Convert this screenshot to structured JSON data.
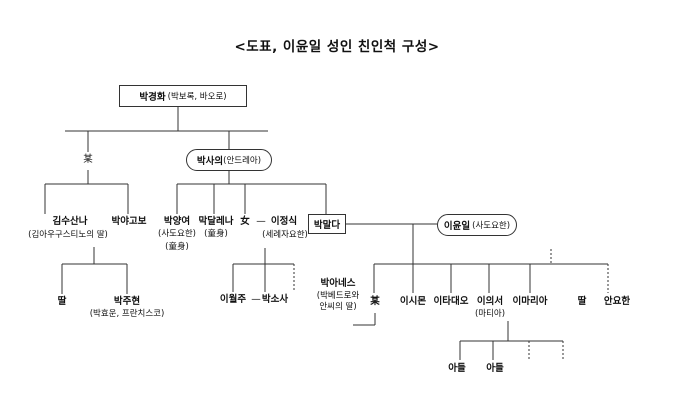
{
  "title": "<도표, 이윤일 성인 친인척 구성>",
  "people": {
    "root_name": "박경화",
    "root_alias": "(박보록, 바오로)",
    "mou1": "某",
    "sai_name": "박사의",
    "sai_alias": "(안드레아)",
    "kim_name": "김수산나",
    "kim_alias": "(김아우구스티노의 딸)",
    "pyago": "박야고보",
    "yangyeo": "박양여",
    "yangyeo_alias": "(사도요한)",
    "yangyeo_note": "(童身)",
    "magdal": "막달레나",
    "magdal_note": "(童身)",
    "nyeo": "女",
    "dash": "—",
    "jeongsik": "이정식",
    "jeongsik_alias": "(세례자요한)",
    "malda": "박말다",
    "yunil": "이윤일",
    "yunil_alias": "(사도요한)",
    "ttal1": "딸",
    "juhyeon": "박주현",
    "juhyeon_alias": "(박효운, 프란치스코)",
    "woljoo": "이월주",
    "baksosa": "박소사",
    "agnes": "박아네스",
    "agnes_alias1": "(박베드로와",
    "agnes_alias2": "안씨의 딸)",
    "mou2": "某",
    "simon": "이시몬",
    "taddeo": "이타대오",
    "euiseo": "이의서",
    "euiseo_alias": "(마티아)",
    "imaria": "이마리아",
    "ttal2": "딸",
    "anyohan": "안요한",
    "son1": "아들",
    "son2": "아들"
  }
}
